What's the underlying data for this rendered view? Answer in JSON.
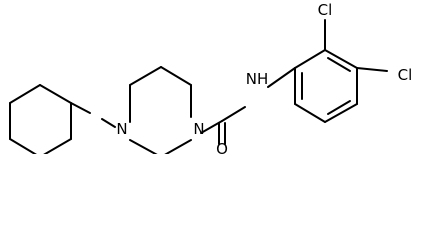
{
  "molecule": {
    "atoms": {
      "amide_nitrogen": "NH",
      "piperazine_n1": "N",
      "piperazine_n4": "N",
      "carbonyl_oxygen": "O",
      "chlorine_ortho": "Cl",
      "chlorine_para": "Cl"
    }
  }
}
